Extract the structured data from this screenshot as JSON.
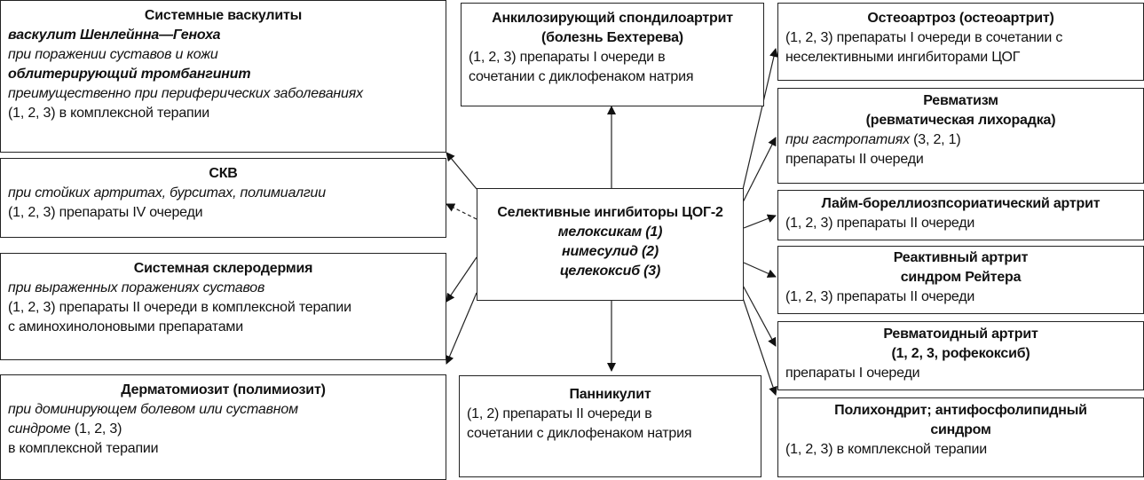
{
  "center": {
    "title": "Селективные ингибиторы ЦОГ-2",
    "drugs": [
      "мелоксикам (1)",
      "нимесулид (2)",
      "целекоксиб (3)"
    ]
  },
  "vasculitis": {
    "title": "Системные васкулиты",
    "item1": "васкулит Шенлейнна—Геноха",
    "item1_note": "при поражении суставов и кожи",
    "item2": "облитерирующий тромбангинит",
    "item2_note": "преимущественно при периферических заболеваниях",
    "usage": "(1, 2, 3) в комплексной терапии"
  },
  "skv": {
    "title": "СКВ",
    "condition": "при стойких артритах, бурситах, полимиалгии",
    "usage": "(1, 2, 3) препараты IV очереди"
  },
  "scleroderma": {
    "title": "Системная склеродермия",
    "condition": "при выраженных поражениях суставов",
    "usage1": "(1, 2, 3) препараты II очереди в комплексной терапии",
    "usage2": "с аминохинолоновыми препаратами"
  },
  "dermatomyositis": {
    "title": "Дерматомиозит (полимиозит)",
    "condition1": "при доминирующем болевом или суставном",
    "condition2": "синдроме",
    "condition2_suffix": " (1, 2, 3)",
    "usage": "в комплексной терапии"
  },
  "ankylosing": {
    "title1": "Анкилозирующий спондилоартрит",
    "title2": "(болезнь Бехтерева)",
    "usage1": "(1, 2, 3) препараты I очереди в",
    "usage2": "сочетании с диклофенаком натрия"
  },
  "panniculitis": {
    "title": "Панникулит",
    "usage1": "(1, 2) препараты II очереди в",
    "usage2": "сочетании с диклофенаком натрия"
  },
  "osteoarthritis": {
    "title": "Остеоартроз (остеоартрит)",
    "usage1": "(1, 2, 3) препараты I очереди в сочетании с",
    "usage2": "неселективными ингибиторами ЦОГ"
  },
  "rheumatism": {
    "title1": "Ревматизм",
    "title2": "(ревматическая лихорадка)",
    "condition": "при гастропатиях",
    "condition_suffix": " (3, 2, 1)",
    "usage": "препараты II очереди"
  },
  "lyme": {
    "title": "Лайм-бореллиозпсориатический артрит",
    "usage": "(1, 2, 3) препараты II очереди"
  },
  "reactive": {
    "title1": "Реактивный артрит",
    "title2": "синдром Рейтера",
    "usage": "(1, 2, 3) препараты II очереди"
  },
  "ra": {
    "title1": "Ревматоидный артрит",
    "title2": "(1, 2, 3, рофекоксиб)",
    "usage": "препараты I очереди"
  },
  "polychondritis": {
    "title1": "Полихондрит; антифосфолипидный",
    "title2": "синдром",
    "usage": "(1, 2, 3) в комплексной терапии"
  }
}
